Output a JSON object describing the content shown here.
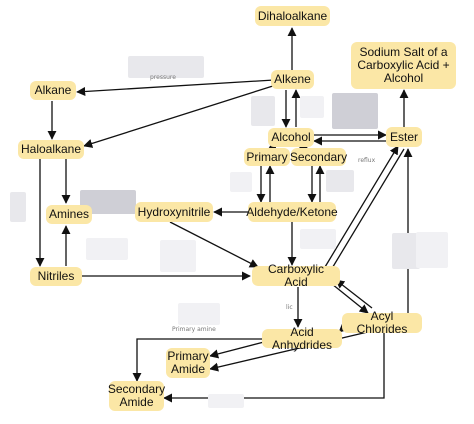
{
  "nodes": {
    "dihaloalkane": "Dihaloalkane",
    "sodium_salt": "Sodium Salt of a\nCarboxylic Acid +\nAlcohol",
    "alkane": "Alkane",
    "alkene": "Alkene",
    "haloalkane": "Haloalkane",
    "alcohol": "Alcohol",
    "ester": "Ester",
    "primary": "Primary",
    "secondary": "Secondary",
    "amines": "Amines",
    "hydroxynitrile": "Hydroxynitrile",
    "aldehyde_ketone": "Aldehyde/Ketone",
    "nitriles": "Nitriles",
    "carboxylic_acid": "Carboxylic Acid",
    "acyl_chlorides": "Acyl Chlorides",
    "acid_anhydrides": "Acid Anhydrides",
    "primary_amide": "Primary\nAmide",
    "secondary_amide": "Secondary\nAmide"
  },
  "fragments": {
    "pressure": "pressure",
    "reflux": "reflux",
    "primary_amine": "Primary amine",
    "lic": "lic"
  },
  "colors": {
    "node_fill": "#fbe7a6",
    "arrow": "#111111",
    "mask": "#e8e8ec"
  }
}
